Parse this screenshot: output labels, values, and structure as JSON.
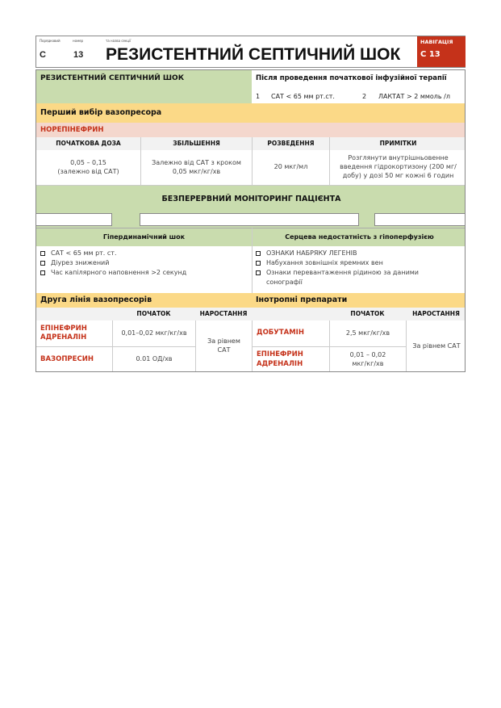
{
  "header": {
    "label_seq": "Порядковий",
    "label_num": "номер",
    "label_title": "та назва секції",
    "letter": "С",
    "number": "13",
    "title": "РЕЗИСТЕНТНИЙ СЕПТИЧНИЙ ШОК",
    "nav_label": "НАВІГАЦІЯ",
    "nav_code": "С 13"
  },
  "intro": {
    "title": "РЕЗИСТЕНТНИЙ СЕПТИЧНИЙ ШОК",
    "after": "Після проведення початкової інфузійної терапії",
    "c1_num": "1",
    "c1": "САТ < 65 мм рт.ст.",
    "c2_num": "2",
    "c2": "ЛАКТАТ > 2 ммоль /л"
  },
  "first": {
    "title": "Перший вибір вазопресора",
    "drug": "НОРЕПІНЕФРИН",
    "headers": [
      "ПОЧАТКОВА ДОЗА",
      "ЗБІЛЬШЕННЯ",
      "РОЗВЕДЕННЯ",
      "ПРИМІТКИ"
    ],
    "values": [
      "0,05 – 0,15\n(залежно від САТ)",
      "Залежно від САТ з кроком\n0,05 мкг/кг/хв",
      "20 мкг/мл",
      "Розглянути внутрішньовенне введення гідрокортизону (200 мг/добу) у дозі 50 мг кожні 6 годин"
    ]
  },
  "monitoring": {
    "title": "БЕЗПЕРЕРВНИЙ МОНІТОРИНГ ПАЦІЄНТА",
    "left_title": "Гіпердинамічний шок",
    "right_title": "Серцева недостатність з гіпоперфузією",
    "left_items": [
      "САТ < 65 мм рт. ст.",
      "Діурез знижений",
      "Час капілярного наповнення >2 секунд"
    ],
    "right_items": [
      "ОЗНАКИ НАБРЯКУ ЛЕГЕНІВ",
      "Набухання зовнішніх яремних вен",
      "Ознаки перевантаження рідиною за даними сонографії"
    ]
  },
  "second": {
    "title": "Друга лінія вазопресорів",
    "h_start": "ПОЧАТОК",
    "h_inc": "НАРОСТАННЯ",
    "rows": [
      {
        "drug": "ЕПІНЕФРИН АДРЕНАЛІН",
        "start": "0,01–0,02 мкг/кг/хв"
      },
      {
        "drug": "ВАЗОПРЕСИН",
        "start": "0.01 ОД/хв"
      }
    ],
    "inc": "За рівнем САТ"
  },
  "inotropes": {
    "title": "Інотропні препарати",
    "h_start": "ПОЧАТОК",
    "h_inc": "НАРОСТАННЯ",
    "rows": [
      {
        "drug": "ДОБУТАМІН",
        "start": "2,5 мкг/кг/хв"
      },
      {
        "drug": "ЕПІНЕФРИН АДРЕНАЛІН",
        "start": "0,01 – 0,02 мкг/кг/хв"
      }
    ],
    "inc": "За рівнем САТ"
  },
  "colors": {
    "accent_red": "#c5321a",
    "green": "#c9dcae",
    "yellow": "#fbd987",
    "pink": "#f4d7cd"
  }
}
